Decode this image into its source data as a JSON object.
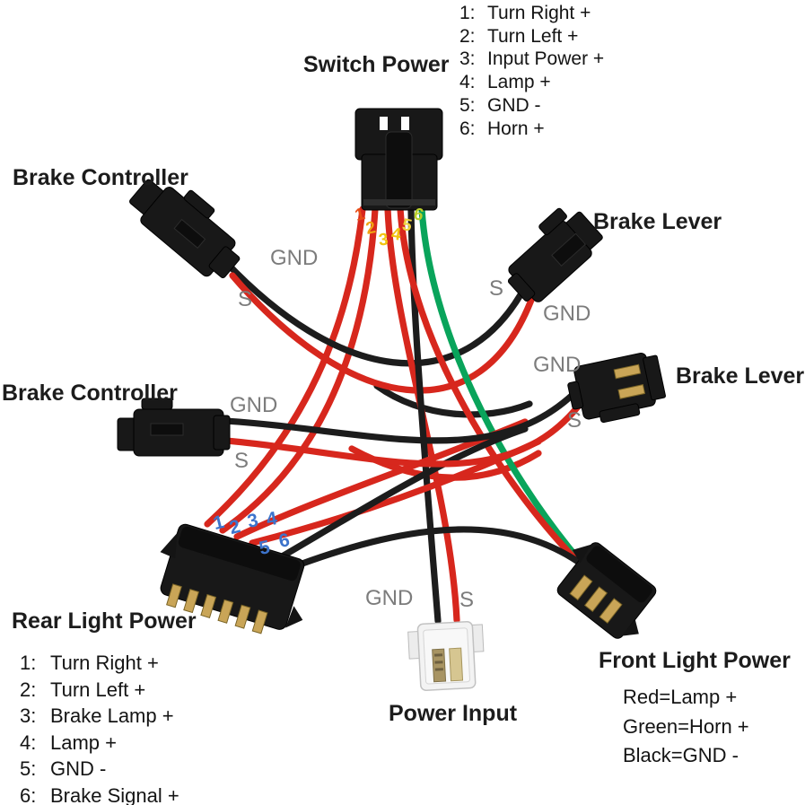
{
  "titles": {
    "switch_power": "Switch Power",
    "brake_controller_top": "Brake Controller",
    "brake_controller_mid": "Brake Controller",
    "brake_lever_top": "Brake Lever",
    "brake_lever_mid": "Brake Lever",
    "rear_light_power": "Rear Light Power",
    "front_light_power": "Front Light Power",
    "power_input": "Power Input"
  },
  "connector_labels": {
    "brake_controller_top": {
      "gnd": "GND",
      "s": "S"
    },
    "brake_controller_mid": {
      "gnd": "GND",
      "s": "S"
    },
    "brake_lever_top": {
      "s": "S",
      "gnd": "GND"
    },
    "brake_lever_mid": {
      "gnd": "GND",
      "s": "S"
    },
    "power_input": {
      "gnd": "GND",
      "s": "S"
    }
  },
  "switch_legend": {
    "items": [
      {
        "num": "1:",
        "text": "Turn Right +"
      },
      {
        "num": "2:",
        "text": "Turn Left +"
      },
      {
        "num": "3:",
        "text": "Input Power +"
      },
      {
        "num": "4:",
        "text": "Lamp +"
      },
      {
        "num": "5:",
        "text": "GND -"
      },
      {
        "num": "6:",
        "text": "Horn +"
      }
    ]
  },
  "rear_legend": {
    "items": [
      {
        "num": "1:",
        "text": "Turn Right +"
      },
      {
        "num": "2:",
        "text": "Turn Left +"
      },
      {
        "num": "3:",
        "text": "Brake Lamp +"
      },
      {
        "num": "4:",
        "text": "Lamp +"
      },
      {
        "num": "5:",
        "text": "GND -"
      },
      {
        "num": "6:",
        "text": "Brake Signal +"
      }
    ]
  },
  "front_legend": {
    "items": [
      "Red=Lamp +",
      "Green=Horn +",
      "Black=GND -"
    ]
  },
  "sp_pins": {
    "labels": [
      "1",
      "2",
      "3",
      "4",
      "5",
      "6"
    ],
    "colors": [
      "#e84e17",
      "#f0a312",
      "#f2c40e",
      "#f2c40e",
      "#edd23d",
      "#b9cf2b"
    ]
  },
  "rl_pins": {
    "labels": [
      "1",
      "2",
      "3",
      "4",
      "5",
      "6"
    ]
  },
  "colors": {
    "wire_red": "#d7271d",
    "wire_black": "#1c1c1c",
    "wire_green": "#09a45b",
    "connector_black": "#181818",
    "connector_white": "#f3f3f3",
    "pin_gold": "#c9a557",
    "label_gray": "#7c7c7c",
    "title_color": "#1c1c1c",
    "legend_color": "#141414",
    "pin_blue": "#3d74cc"
  }
}
